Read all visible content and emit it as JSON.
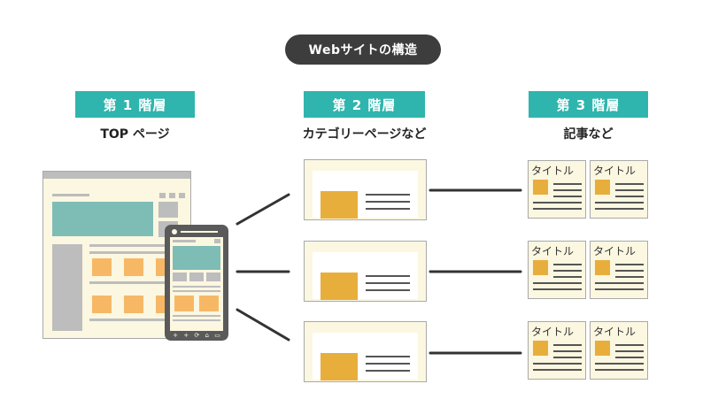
{
  "title": "Webサイトの構造",
  "levels": [
    {
      "badge": "第 1 階層",
      "label": "TOP ページ"
    },
    {
      "badge": "第 2 階層",
      "label": "カテゴリーページなど"
    },
    {
      "badge": "第 3 階層",
      "label": "記事など"
    }
  ],
  "article_title": "タイトル",
  "phone_nav_icons": [
    "+",
    "+",
    "⟳",
    "⌂",
    "▭"
  ],
  "colors": {
    "dark": "#3d3d3d",
    "teal": "#2fb5ad",
    "cream": "#fbf7e1",
    "orange": "#e8ae3c",
    "light_orange": "#f7b866",
    "gray": "#bdbdbd"
  }
}
